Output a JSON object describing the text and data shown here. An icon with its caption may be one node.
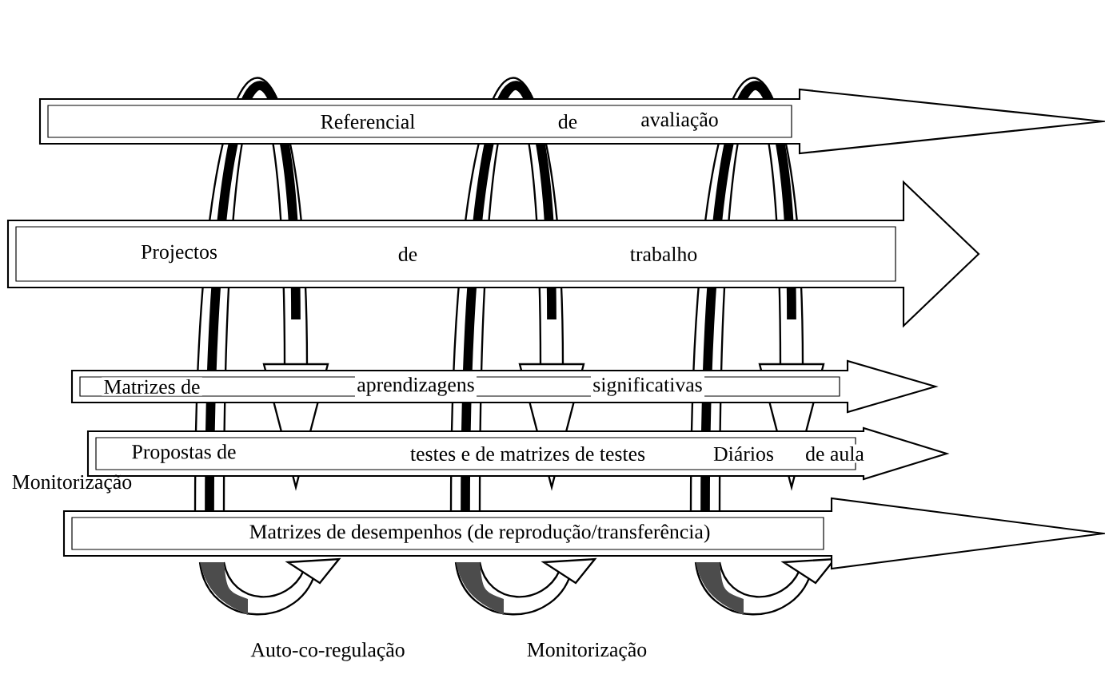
{
  "diagram": {
    "nodes": [
      {
        "text": [
          "Referencial",
          "de",
          "avaliação"
        ]
      },
      {
        "text": [
          "Projectos",
          "de",
          "trabalho"
        ]
      },
      {
        "text": [
          "Matrizes de",
          "aprendizagens",
          "significativas"
        ]
      },
      {
        "text": [
          "Propostas de",
          "testes e de matrizes de testes",
          "Diários",
          "de aula"
        ]
      },
      {
        "text": [
          "Matrizes de desempenhos (de reprodução/transferência)"
        ]
      }
    ],
    "edges": [],
    "labels": [
      "Monitorização",
      "Auto-co-regulação",
      "Monitorização"
    ]
  }
}
